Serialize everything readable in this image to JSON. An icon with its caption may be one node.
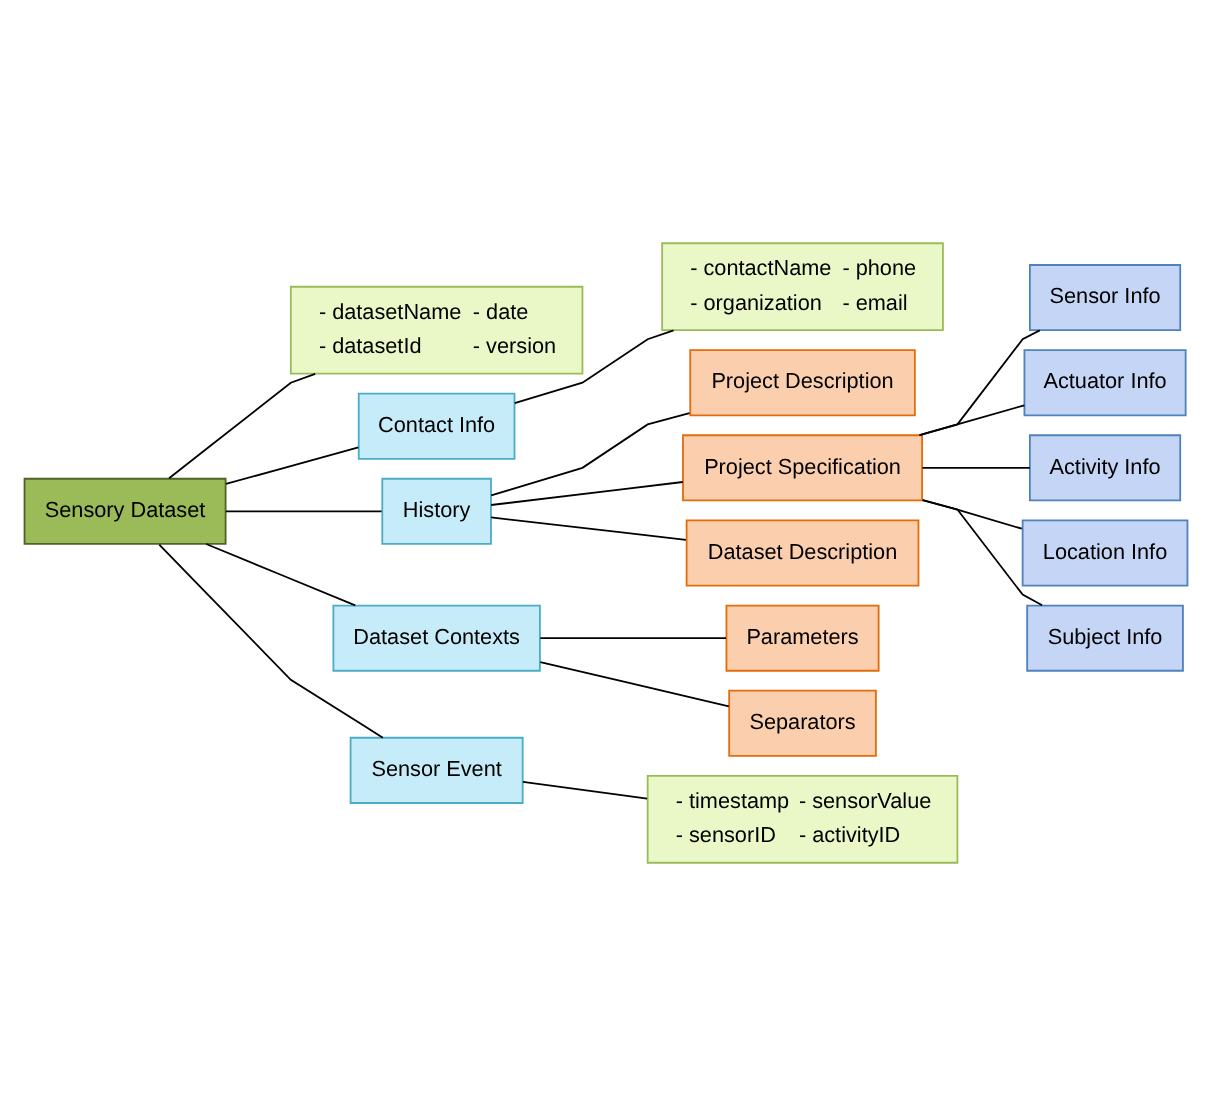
{
  "diagram": {
    "nodes": [
      {
        "text": [
          "Sensory Dataset"
        ]
      },
      {
        "text": [
          "- datasetName",
          "- date",
          "- datasetId",
          "- version"
        ]
      },
      {
        "text": [
          "Contact Info"
        ]
      },
      {
        "text": [
          "- contactName",
          "- phone",
          "- organization",
          "- email"
        ]
      },
      {
        "text": [
          "History"
        ]
      },
      {
        "text": [
          "Project Description"
        ]
      },
      {
        "text": [
          "Project Specification"
        ]
      },
      {
        "text": [
          "Dataset Description"
        ]
      },
      {
        "text": [
          "Sensor Info"
        ]
      },
      {
        "text": [
          "Actuator Info"
        ]
      },
      {
        "text": [
          "Activity Info"
        ]
      },
      {
        "text": [
          "Location Info"
        ]
      },
      {
        "text": [
          "Subject Info"
        ]
      },
      {
        "text": [
          "Dataset Contexts"
        ]
      },
      {
        "text": [
          "Parameters"
        ]
      },
      {
        "text": [
          "Separators"
        ]
      },
      {
        "text": [
          "Sensor Event"
        ]
      },
      {
        "text": [
          "- timestamp",
          "- sensorValue",
          "- sensorID",
          "- activityID"
        ]
      }
    ],
    "edges": [
      {
        "from": 0,
        "to": 1,
        "arrow": "none"
      },
      {
        "from": 0,
        "to": 2,
        "arrow": "none"
      },
      {
        "from": 2,
        "to": 3,
        "arrow": "none"
      },
      {
        "from": 0,
        "to": 4,
        "arrow": "none"
      },
      {
        "from": 4,
        "to": 5,
        "arrow": "none"
      },
      {
        "from": 4,
        "to": 6,
        "arrow": "none"
      },
      {
        "from": 4,
        "to": 7,
        "arrow": "none"
      },
      {
        "from": 6,
        "to": 8,
        "arrow": "none"
      },
      {
        "from": 6,
        "to": 9,
        "arrow": "none"
      },
      {
        "from": 6,
        "to": 10,
        "arrow": "none"
      },
      {
        "from": 6,
        "to": 11,
        "arrow": "none"
      },
      {
        "from": 6,
        "to": 12,
        "arrow": "none"
      },
      {
        "from": 0,
        "to": 13,
        "arrow": "none"
      },
      {
        "from": 13,
        "to": 14,
        "arrow": "none"
      },
      {
        "from": 13,
        "to": 15,
        "arrow": "none"
      },
      {
        "from": 0,
        "to": 16,
        "arrow": "none"
      },
      {
        "from": 16,
        "to": 17,
        "arrow": "none"
      }
    ]
  }
}
